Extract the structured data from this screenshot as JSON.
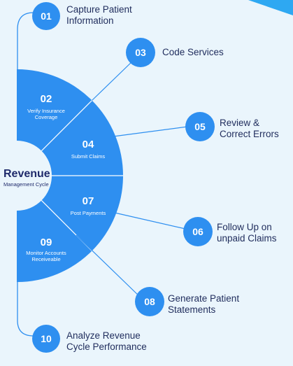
{
  "colors": {
    "background": "#eaf5fc",
    "segment_fill": "#2e8ff0",
    "step_circle": "#2e8ff0",
    "connector": "#2e8ff0",
    "text_dark": "#1f2c5c"
  },
  "center": {
    "title": "Revenue",
    "subtitle": "Management Cycle"
  },
  "steps": {
    "s01": {
      "number": "01",
      "label_line1": "Capture Patient",
      "label_line2": "Information"
    },
    "s02": {
      "number": "02",
      "label_line1": "Verify Insurance",
      "label_line2": "Coverage"
    },
    "s03": {
      "number": "03",
      "label_line1": "Code Services",
      "label_line2": ""
    },
    "s04": {
      "number": "04",
      "label_line1": "Submit Claims",
      "label_line2": ""
    },
    "s05": {
      "number": "05",
      "label_line1": "Review &",
      "label_line2": "Correct Errors"
    },
    "s06": {
      "number": "06",
      "label_line1": "Follow Up on",
      "label_line2": "unpaid Claims"
    },
    "s07": {
      "number": "07",
      "label_line1": "Post Payments",
      "label_line2": ""
    },
    "s08": {
      "number": "08",
      "label_line1": "Generate Patient",
      "label_line2": "Statements"
    },
    "s09": {
      "number": "09",
      "label_line1": "Monitor Accounts",
      "label_line2": "Receiveable"
    },
    "s10": {
      "number": "10",
      "label_line1": "Analyze Revenue",
      "label_line2": "Cycle Performance"
    }
  }
}
